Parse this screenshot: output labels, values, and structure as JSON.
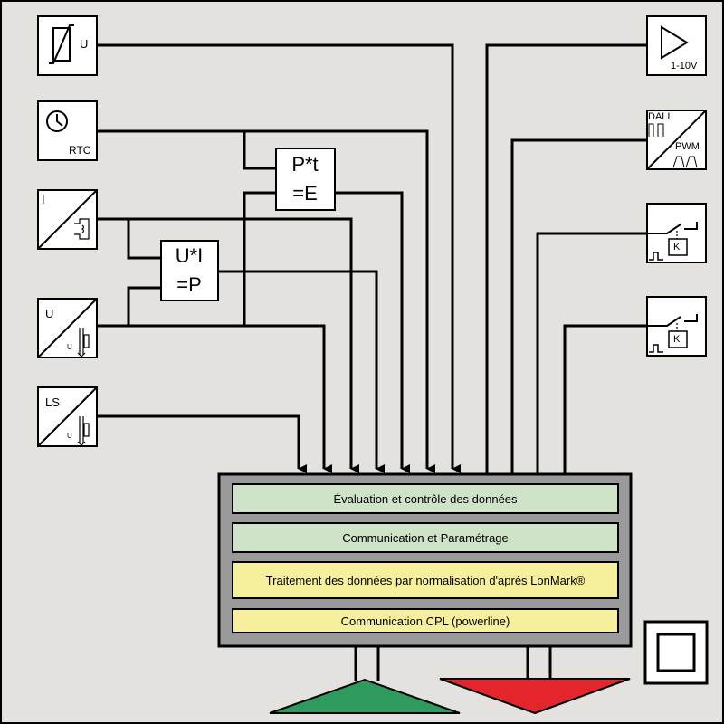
{
  "inputs": {
    "thermistor": {
      "label": "U"
    },
    "rtc": {
      "label": "RTC"
    },
    "current": {
      "label": "I"
    },
    "voltage": {
      "label": "U",
      "subscript": "U"
    },
    "light_sensor": {
      "label": "LS",
      "subscript": "U"
    }
  },
  "outputs": {
    "analog": {
      "label": "1-10V"
    },
    "dali_pwm": {
      "label_top": "DALI",
      "label_bottom": "PWM"
    },
    "relay_1": {
      "label": "K"
    },
    "relay_2": {
      "label": "K"
    }
  },
  "calculators": {
    "energy": {
      "line1": "P*t",
      "line2": "=E"
    },
    "power": {
      "line1": "U*I",
      "line2": "=P"
    }
  },
  "controller": {
    "layers": [
      "Évaluation et contrôle des données",
      "Communication et Paramétrage",
      "Traitement des données par normalisation d'après LonMark®",
      "Communication CPL (powerline)"
    ]
  },
  "colors": {
    "background": "#e3e2df",
    "layer_green": "#cfe3c8",
    "layer_yellow": "#f6ef9c",
    "controller_frame": "#9a9a9a",
    "bus_green": "#2e9a5e",
    "bus_red": "#e4262c"
  }
}
